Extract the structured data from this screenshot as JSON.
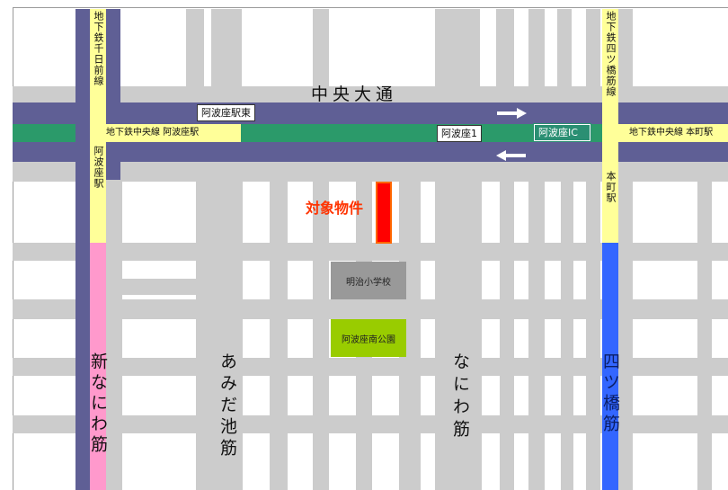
{
  "streets": {
    "chuo_odori": "中央大通",
    "amidaike": "あみだ池筋",
    "naniwa": "なにわ筋",
    "shin_naniwa": "新なにわ筋",
    "yotsubashi": "四ツ橋筋"
  },
  "subway": {
    "sennichimae": "地下鉄千日前線",
    "sennichimae_station": "阿波座駅",
    "yotsubashi_line": "地下鉄四ツ橋筋線",
    "yotsubashi_station": "本町駅",
    "chuo_line_awaza": "地下鉄中央線 阿波座駅",
    "chuo_line_honmachi": "地下鉄中央線 本町駅"
  },
  "signs": {
    "awaza_east": "阿波座駅東",
    "awaza_1": "阿波座1",
    "awaza_ic": "阿波座IC"
  },
  "places": {
    "target": "対象物件",
    "school": "明治小学校",
    "park": "阿波座南公園"
  },
  "colors": {
    "avenue": "#5f5f95",
    "chuo_line": "#2b9a6a",
    "subway_label_bg": "#ffff99",
    "shin_naniwa_road": "#ff99cc",
    "yotsubashi_road": "#3366ff",
    "target_fill": "#ff0000",
    "target_border": "#ff6600",
    "target_text": "#ff3300",
    "school_fill": "#999999",
    "park_fill": "#99cc00",
    "ic_fill": "#2b8f73"
  }
}
